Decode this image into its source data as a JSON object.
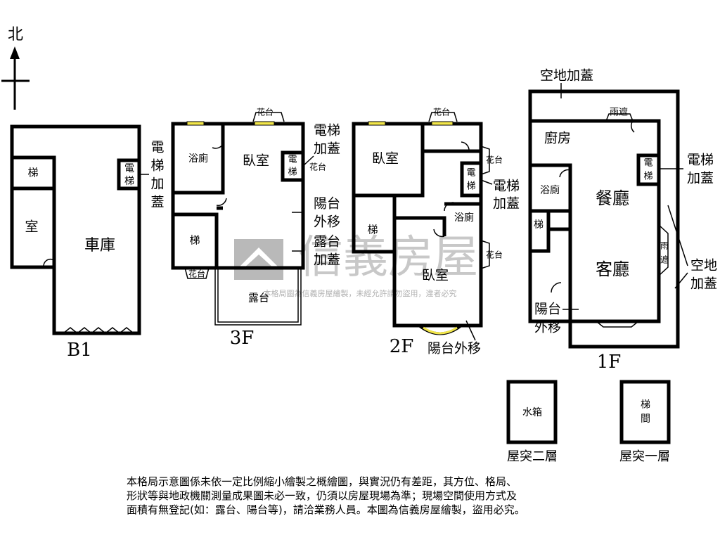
{
  "compass": {
    "north": "北"
  },
  "watermark": {
    "brand": "信義房屋",
    "notice": "本格局圖為信義房屋繪製，未經允許請勿盜用，違者必究"
  },
  "floors": {
    "b1": {
      "caption": "B1",
      "rooms": {
        "stair": "梯",
        "room": "室",
        "garage": "車庫",
        "elevator_a": "電",
        "elevator_b": "梯"
      },
      "callout": [
        "電",
        "梯",
        "加",
        "蓋"
      ]
    },
    "f3": {
      "caption": "3F",
      "rooms": {
        "bath": "浴廁",
        "bedroom": "臥室",
        "stair": "梯",
        "flower_top": "花台",
        "flower_side": "花台",
        "flower_bottom": "花台",
        "terrace": "露台",
        "elevator_a": "電",
        "elevator_b": "梯"
      },
      "callouts": {
        "elevator": [
          "電梯",
          "加蓋"
        ],
        "balcony": [
          "陽台",
          "外移"
        ],
        "terrace": [
          "露台",
          "加蓋"
        ]
      }
    },
    "f2": {
      "caption": "2F",
      "rooms": {
        "bedroom_top": "臥室",
        "stair": "梯",
        "bath": "浴廁",
        "bedroom_bottom": "臥室",
        "flower_top": "花台",
        "flower_side1": "花台",
        "flower_side2": "花台",
        "elevator_a": "電",
        "elevator_b": "梯"
      },
      "callouts": {
        "elevator": [
          "電梯",
          "加蓋"
        ],
        "balcony": "陽台外移"
      }
    },
    "f1": {
      "caption": "1F",
      "rooms": {
        "kitchen": "廚房",
        "bath": "浴廁",
        "stair": "梯",
        "dining": "餐廳",
        "living": "客廳",
        "canopy_top": "雨遮",
        "canopy_side_a": "雨",
        "canopy_side_b": "遮",
        "elevator_a": "電",
        "elevator_b": "梯"
      },
      "callouts": {
        "top": "空地加蓋",
        "elevator": [
          "電梯",
          "加蓋"
        ],
        "side": [
          "空地",
          "加蓋"
        ],
        "balcony": [
          "陽台",
          "外移"
        ]
      }
    },
    "roof2": {
      "caption": "屋突二層",
      "room": "水箱"
    },
    "roof1": {
      "caption": "屋突一層",
      "room_a": "梯",
      "room_b": "間"
    }
  },
  "footnote": [
    "本格局示意圖係未依一定比例縮小繪製之概繪圖，與實況仍有差距，其方位、格局、",
    "形狀等與地政機關測量成果圖未必一致，仍須以房屋現場為準；現場空間使用方式及",
    "面積有無登記(如：露台、陽台等)，請洽業務人員。本圖為信義房屋繪製，盜用必究。"
  ]
}
